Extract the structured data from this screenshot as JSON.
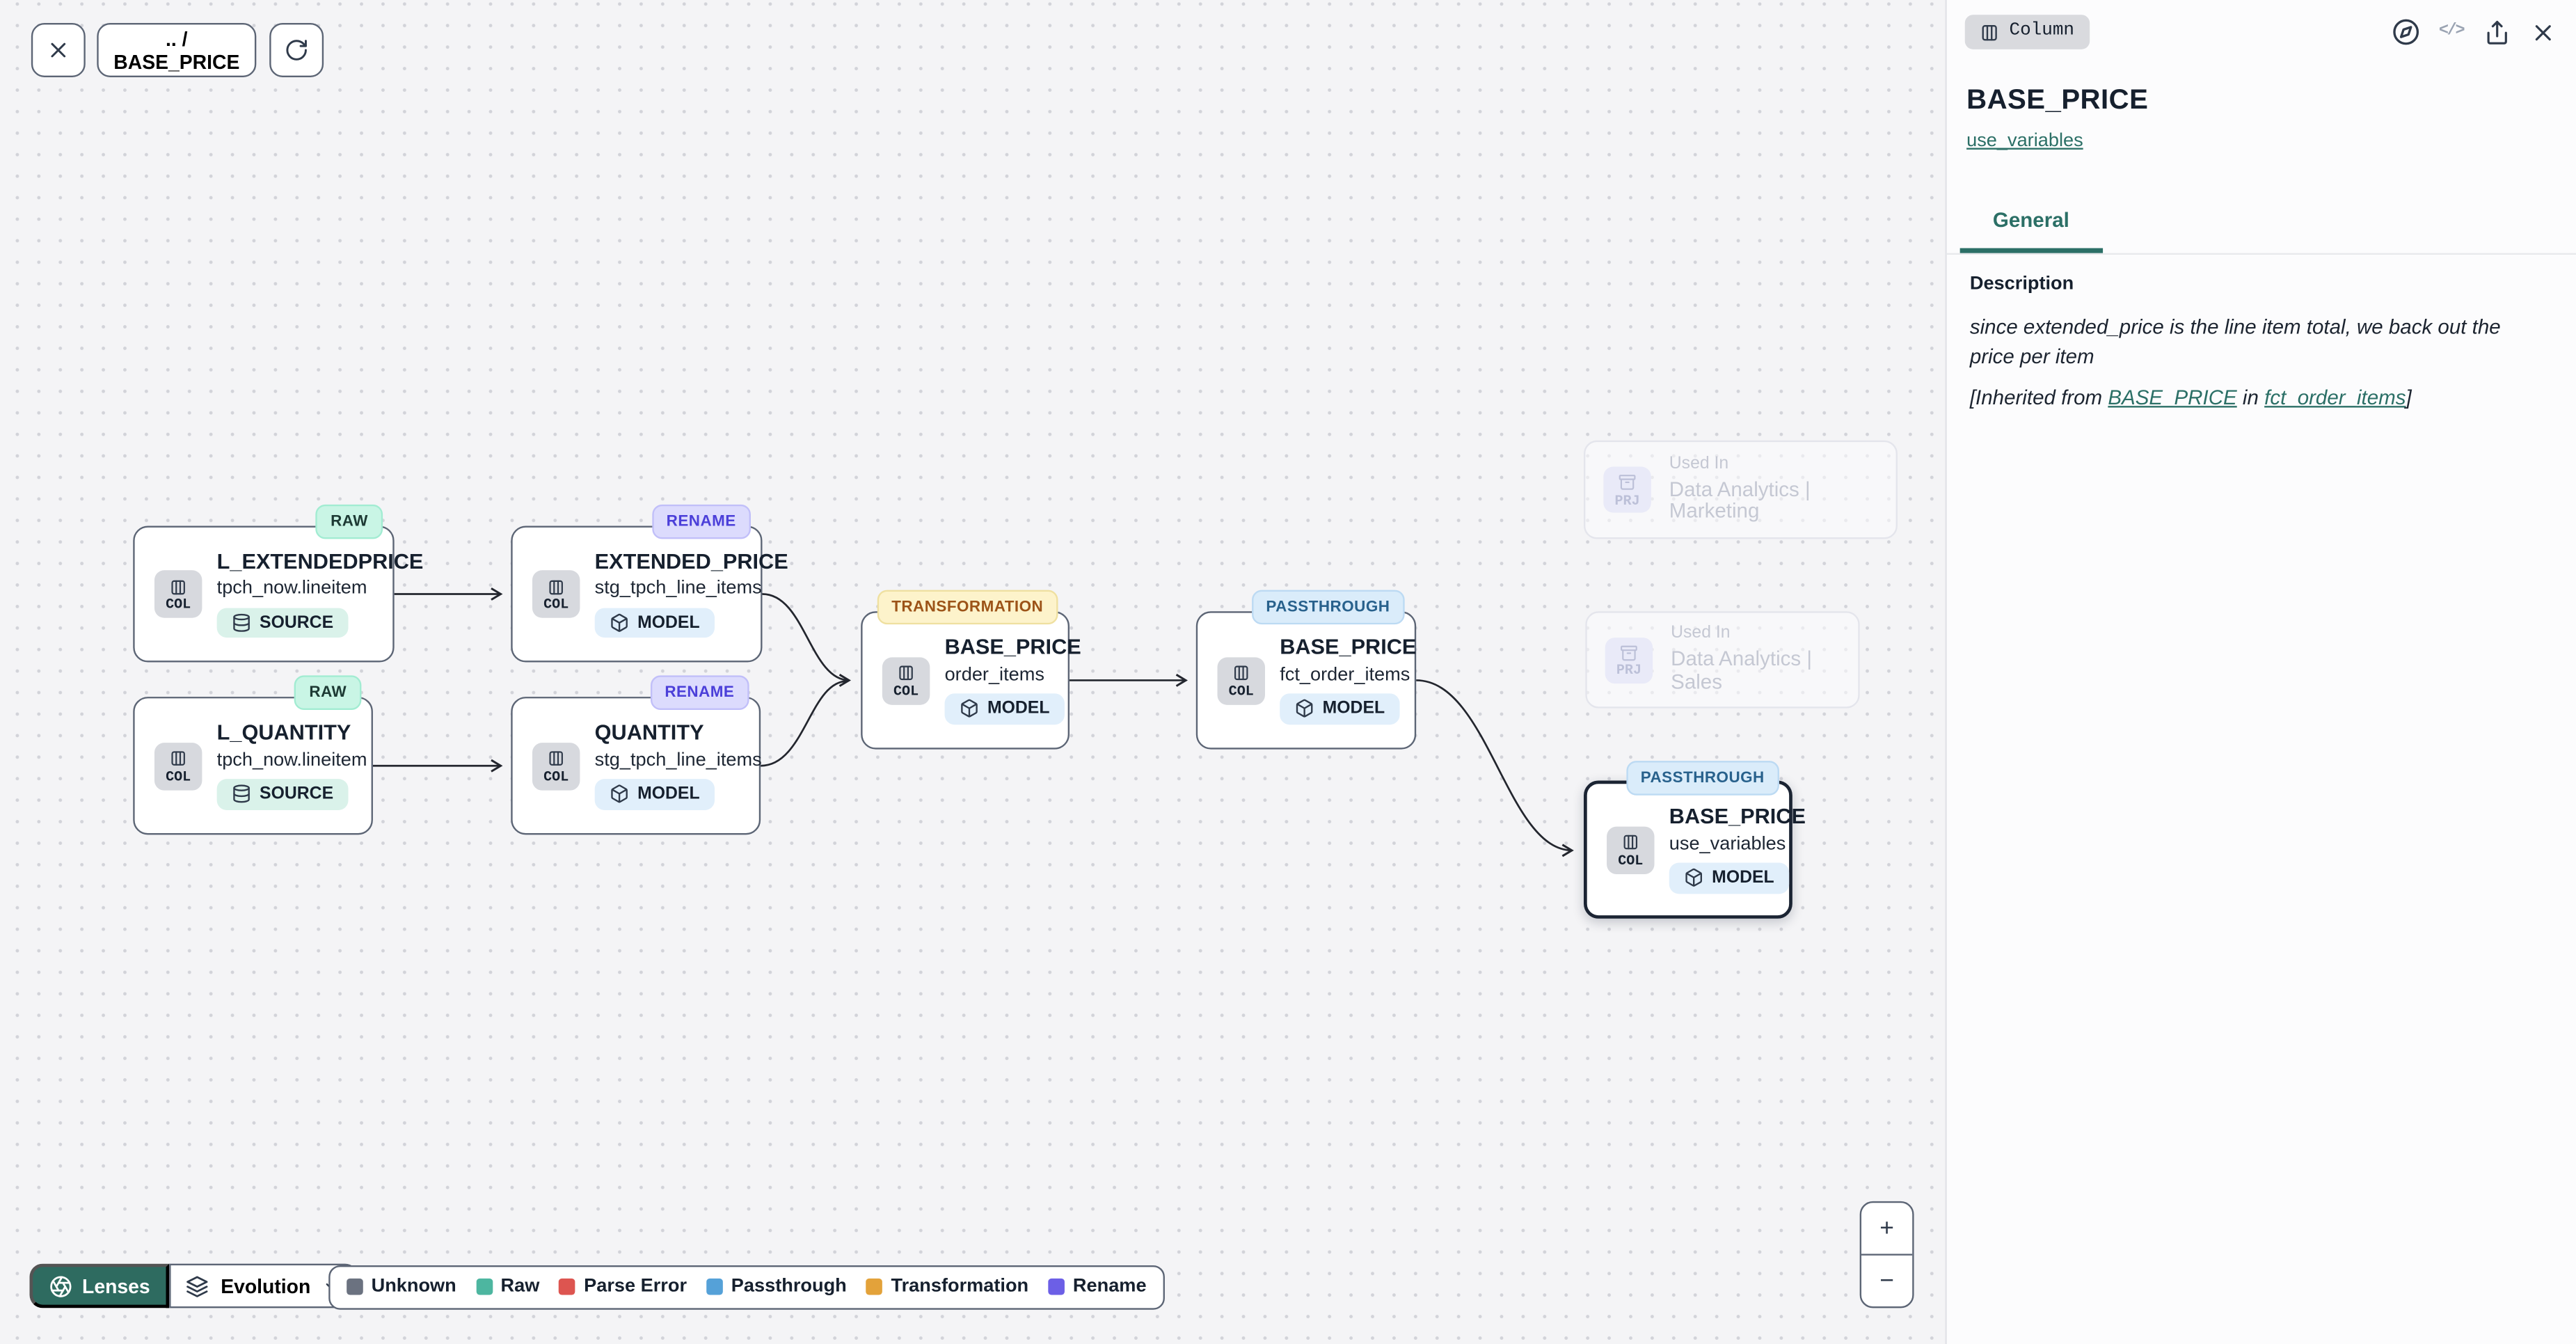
{
  "colors": {
    "accent_teal": "#2b6f66",
    "unknown": "#6b7280",
    "raw": "#4db6a0",
    "parse_error": "#dd5550",
    "passthrough": "#55a1d8",
    "transformation": "#e3a23a",
    "rename": "#6c5fe6"
  },
  "toolbar": {
    "breadcrumb": ".. / BASE_PRICE"
  },
  "nodes": [
    {
      "badge": "RAW",
      "title": "L_EXTENDEDPRICE",
      "subtitle": "tpch_now.lineitem",
      "kind": "COL",
      "tag": "SOURCE"
    },
    {
      "badge": "RENAME",
      "title": "EXTENDED_PRICE",
      "subtitle": "stg_tpch_line_items",
      "kind": "COL",
      "tag": "MODEL"
    },
    {
      "badge": "RAW",
      "title": "L_QUANTITY",
      "subtitle": "tpch_now.lineitem",
      "kind": "COL",
      "tag": "SOURCE"
    },
    {
      "badge": "RENAME",
      "title": "QUANTITY",
      "subtitle": "stg_tpch_line_items",
      "kind": "COL",
      "tag": "MODEL"
    },
    {
      "badge": "TRANSFORMATION",
      "title": "BASE_PRICE",
      "subtitle": "order_items",
      "kind": "COL",
      "tag": "MODEL"
    },
    {
      "badge": "PASSTHROUGH",
      "title": "BASE_PRICE",
      "subtitle": "fct_order_items",
      "kind": "COL",
      "tag": "MODEL"
    },
    {
      "badge": "PASSTHROUGH",
      "title": "BASE_PRICE",
      "subtitle": "use_variables",
      "kind": "COL",
      "tag": "MODEL",
      "selected": true
    }
  ],
  "used_in": [
    {
      "kind": "PRJ",
      "label": "Used In",
      "name": "Data Analytics | Marketing"
    },
    {
      "kind": "PRJ",
      "label": "Used In",
      "name": "Data Analytics | Sales"
    }
  ],
  "lenses": {
    "button": "Lenses",
    "mode": "Evolution"
  },
  "legend": [
    {
      "label": "Unknown",
      "color": "#6b7280"
    },
    {
      "label": "Raw",
      "color": "#4db6a0"
    },
    {
      "label": "Parse Error",
      "color": "#dd5550"
    },
    {
      "label": "Passthrough",
      "color": "#55a1d8"
    },
    {
      "label": "Transformation",
      "color": "#e3a23a"
    },
    {
      "label": "Rename",
      "color": "#6c5fe6"
    }
  ],
  "zoom_controls": {
    "zoom_in": "+",
    "zoom_out": "−"
  },
  "panel": {
    "type_badge": "Column",
    "code_icon_label": "</>",
    "title": "BASE_PRICE",
    "model_link": "use_variables",
    "tabs": [
      {
        "label": "General",
        "active": true
      }
    ],
    "description": {
      "heading": "Description",
      "body": "since extended_price is the line item total, we back out the price per item",
      "inherited_prefix": "[Inherited from ",
      "inherited_link_column": "BASE_PRICE",
      "inherited_infix": " in ",
      "inherited_link_model": "fct_order_items",
      "inherited_suffix": "]"
    }
  }
}
